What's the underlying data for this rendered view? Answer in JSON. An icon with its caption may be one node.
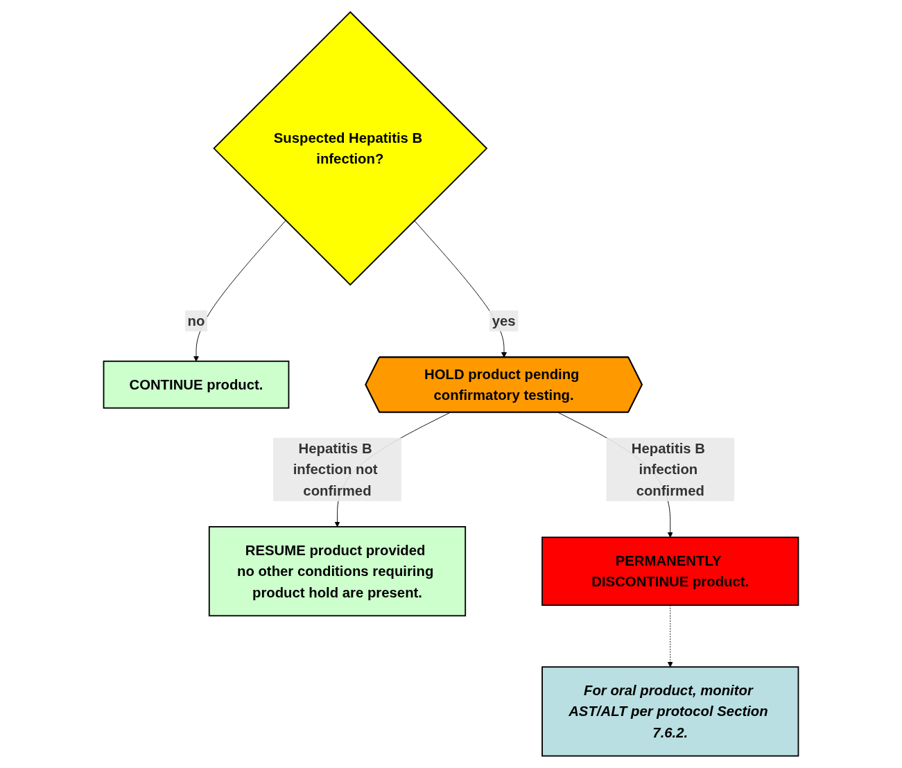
{
  "diagram": {
    "nodes": [
      {
        "text": [
          "Suspected Hepatitis B infection?"
        ]
      },
      {
        "text": [
          "CONTINUE product."
        ]
      },
      {
        "text": [
          "HOLD product pending confirmatory testing."
        ]
      },
      {
        "text": [
          "RESUME product provided no other conditions requiring product hold are present."
        ]
      },
      {
        "text": [
          "PERMANENTLY DISCONTINUE product."
        ]
      },
      {
        "text": [
          "For oral product, monitor AST/ALT per protocol Section 7.6.2."
        ]
      }
    ],
    "edges": [
      {
        "from": 0,
        "to": 1,
        "arrow": "to",
        "label": "no"
      },
      {
        "from": 0,
        "to": 2,
        "arrow": "to",
        "label": "yes"
      },
      {
        "from": 2,
        "to": 3,
        "arrow": "to",
        "label": "Hepatitis B infection not confirmed"
      },
      {
        "from": 2,
        "to": 4,
        "arrow": "to",
        "label": "Hepatitis B infection confirmed"
      },
      {
        "from": 4,
        "to": 5,
        "arrow": "to",
        "style": "dashed"
      }
    ]
  }
}
